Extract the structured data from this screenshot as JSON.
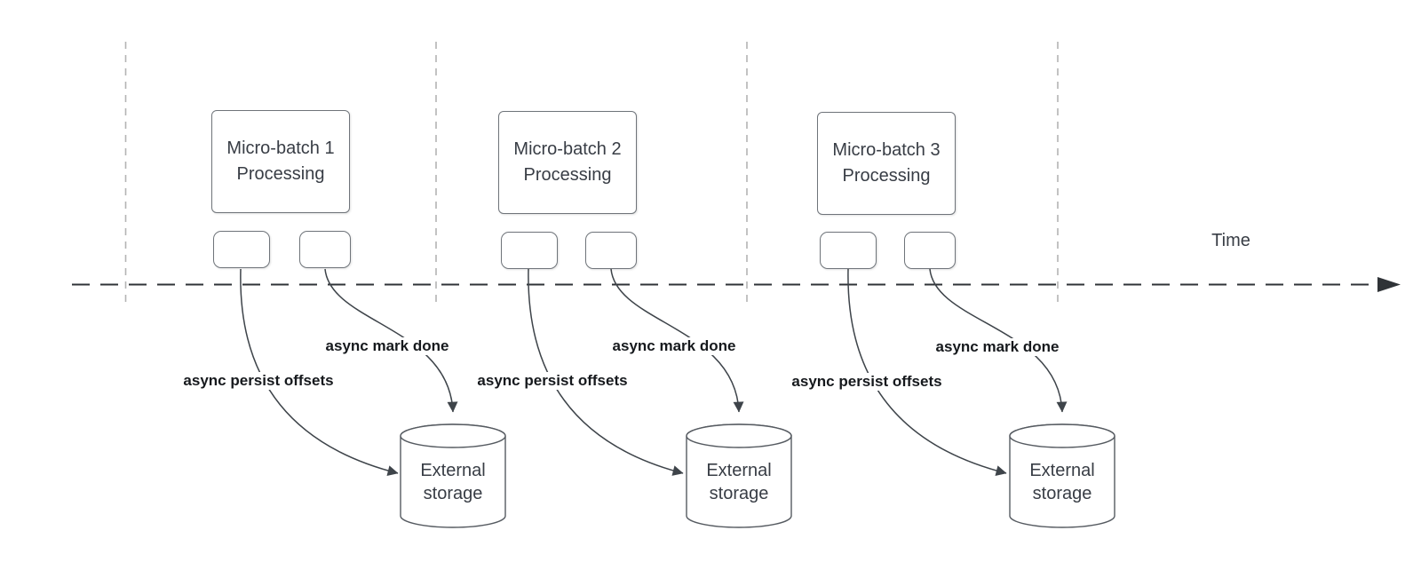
{
  "diagram": {
    "time_axis_label": "Time",
    "batches": [
      {
        "title_line1": "Micro-batch 1",
        "title_line2": "Processing",
        "persist_label": "async persist offsets",
        "done_label": "async mark done",
        "storage_line1": "External",
        "storage_line2": "storage"
      },
      {
        "title_line1": "Micro-batch 2",
        "title_line2": "Processing",
        "persist_label": "async persist offsets",
        "done_label": "async mark done",
        "storage_line1": "External",
        "storage_line2": "storage"
      },
      {
        "title_line1": "Micro-batch 3",
        "title_line2": "Processing",
        "persist_label": "async persist offsets",
        "done_label": "async mark done",
        "storage_line1": "External",
        "storage_line2": "storage"
      }
    ],
    "colors": {
      "box_border": "#6f747a",
      "arrow_stroke": "#3e444a",
      "timeline_stroke": "#2f3337",
      "gridline_stroke": "#b4b4b4",
      "text": "#383d45",
      "label_text": "#16191d"
    }
  }
}
